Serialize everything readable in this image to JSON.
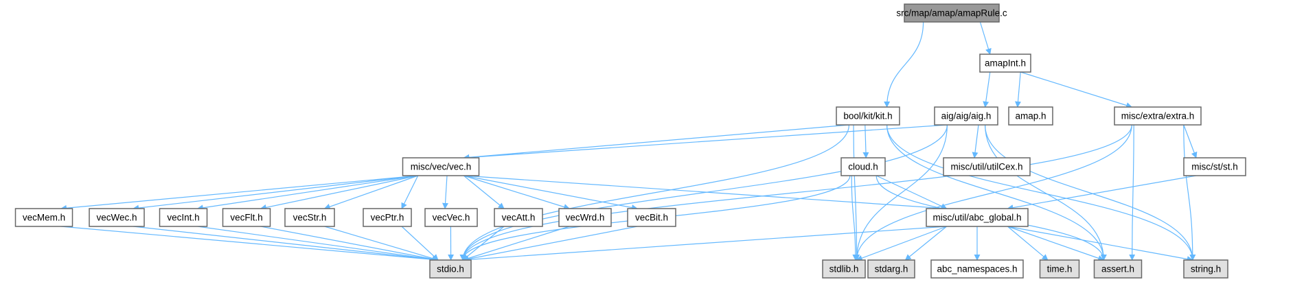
{
  "colors": {
    "root_fill": "#999999",
    "node_fill": "#ffffff",
    "system_fill": "#e0e0e0",
    "edge": "#63b8ff",
    "border": "#666666"
  },
  "nodes": [
    {
      "id": "root",
      "label": "src/map/amap/amapRule.c",
      "kind": "root"
    },
    {
      "id": "amapInt",
      "label": "amapInt.h",
      "kind": "node"
    },
    {
      "id": "kit",
      "label": "bool/kit/kit.h",
      "kind": "node"
    },
    {
      "id": "aig",
      "label": "aig/aig/aig.h",
      "kind": "node"
    },
    {
      "id": "amap",
      "label": "amap.h",
      "kind": "node"
    },
    {
      "id": "extra",
      "label": "misc/extra/extra.h",
      "kind": "node"
    },
    {
      "id": "vec",
      "label": "misc/vec/vec.h",
      "kind": "node"
    },
    {
      "id": "cloud",
      "label": "cloud.h",
      "kind": "node"
    },
    {
      "id": "utilCex",
      "label": "misc/util/utilCex.h",
      "kind": "node"
    },
    {
      "id": "st",
      "label": "misc/st/st.h",
      "kind": "node"
    },
    {
      "id": "vecMem",
      "label": "vecMem.h",
      "kind": "node"
    },
    {
      "id": "vecWec",
      "label": "vecWec.h",
      "kind": "node"
    },
    {
      "id": "vecInt",
      "label": "vecInt.h",
      "kind": "node"
    },
    {
      "id": "vecFlt",
      "label": "vecFlt.h",
      "kind": "node"
    },
    {
      "id": "vecStr",
      "label": "vecStr.h",
      "kind": "node"
    },
    {
      "id": "vecPtr",
      "label": "vecPtr.h",
      "kind": "node"
    },
    {
      "id": "vecVec",
      "label": "vecVec.h",
      "kind": "node"
    },
    {
      "id": "vecAtt",
      "label": "vecAtt.h",
      "kind": "node"
    },
    {
      "id": "vecWrd",
      "label": "vecWrd.h",
      "kind": "node"
    },
    {
      "id": "vecBit",
      "label": "vecBit.h",
      "kind": "node"
    },
    {
      "id": "abc_global",
      "label": "misc/util/abc_global.h",
      "kind": "node"
    },
    {
      "id": "stdio",
      "label": "stdio.h",
      "kind": "system"
    },
    {
      "id": "stdlib",
      "label": "stdlib.h",
      "kind": "system"
    },
    {
      "id": "stdarg",
      "label": "stdarg.h",
      "kind": "system"
    },
    {
      "id": "abc_namespaces",
      "label": "abc_namespaces.h",
      "kind": "node"
    },
    {
      "id": "time",
      "label": "time.h",
      "kind": "system"
    },
    {
      "id": "assert",
      "label": "assert.h",
      "kind": "system"
    },
    {
      "id": "string",
      "label": "string.h",
      "kind": "system"
    }
  ],
  "edges": [
    [
      "root",
      "amapInt"
    ],
    [
      "root",
      "kit"
    ],
    [
      "amapInt",
      "aig"
    ],
    [
      "amapInt",
      "amap"
    ],
    [
      "amapInt",
      "extra"
    ],
    [
      "kit",
      "stdio"
    ],
    [
      "kit",
      "vec"
    ],
    [
      "kit",
      "stdlib"
    ],
    [
      "kit",
      "cloud"
    ],
    [
      "kit",
      "assert"
    ],
    [
      "kit",
      "string"
    ],
    [
      "aig",
      "vec"
    ],
    [
      "aig",
      "stdio"
    ],
    [
      "aig",
      "stdlib"
    ],
    [
      "aig",
      "utilCex"
    ],
    [
      "aig",
      "assert"
    ],
    [
      "aig",
      "string"
    ],
    [
      "extra",
      "stdio"
    ],
    [
      "extra",
      "stdlib"
    ],
    [
      "extra",
      "st"
    ],
    [
      "extra",
      "assert"
    ],
    [
      "extra",
      "string"
    ],
    [
      "vec",
      "vecMem"
    ],
    [
      "vec",
      "vecWec"
    ],
    [
      "vec",
      "vecInt"
    ],
    [
      "vec",
      "vecFlt"
    ],
    [
      "vec",
      "vecStr"
    ],
    [
      "vec",
      "vecPtr"
    ],
    [
      "vec",
      "vecVec"
    ],
    [
      "vec",
      "vecAtt"
    ],
    [
      "vec",
      "vecWrd"
    ],
    [
      "vec",
      "vecBit"
    ],
    [
      "vec",
      "abc_global"
    ],
    [
      "vecMem",
      "stdio"
    ],
    [
      "vecWec",
      "stdio"
    ],
    [
      "vecInt",
      "stdio"
    ],
    [
      "vecFlt",
      "stdio"
    ],
    [
      "vecStr",
      "stdio"
    ],
    [
      "vecPtr",
      "stdio"
    ],
    [
      "vecVec",
      "stdio"
    ],
    [
      "vecAtt",
      "stdio"
    ],
    [
      "vecWrd",
      "stdio"
    ],
    [
      "vecBit",
      "stdio"
    ],
    [
      "cloud",
      "stdio"
    ],
    [
      "cloud",
      "stdlib"
    ],
    [
      "cloud",
      "assert"
    ],
    [
      "cloud",
      "abc_global"
    ],
    [
      "st",
      "abc_global"
    ],
    [
      "abc_global",
      "stdio"
    ],
    [
      "abc_global",
      "stdlib"
    ],
    [
      "abc_global",
      "stdarg"
    ],
    [
      "abc_global",
      "abc_namespaces"
    ],
    [
      "abc_global",
      "time"
    ],
    [
      "abc_global",
      "assert"
    ],
    [
      "abc_global",
      "string"
    ]
  ]
}
